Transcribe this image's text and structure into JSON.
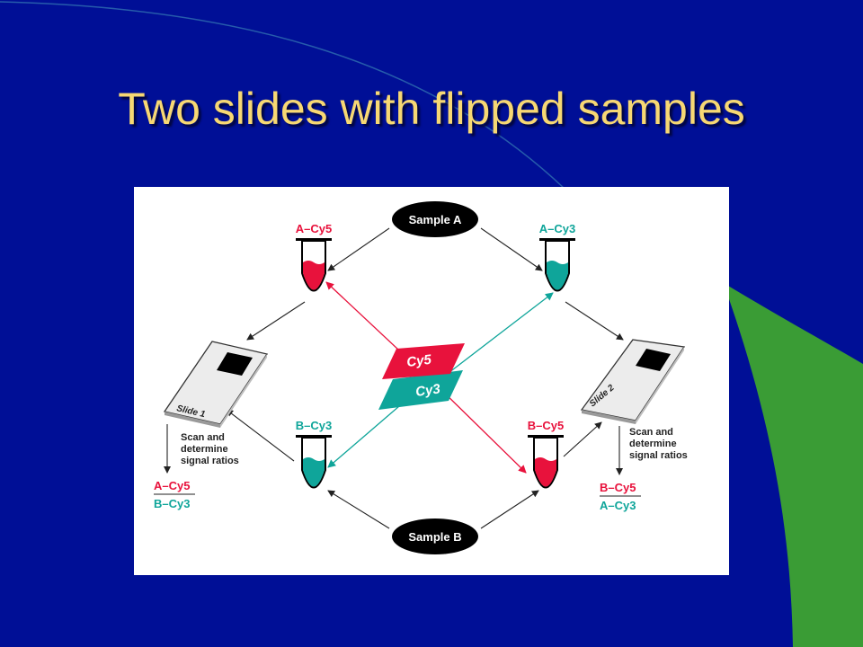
{
  "slide": {
    "title": "Two slides with flipped samples",
    "colors": {
      "background": "#000f96",
      "title": "#f7d873",
      "accent_green": "#3a9c35",
      "cy5_red": "#e8123c",
      "cy3_teal": "#0fa59a"
    }
  },
  "diagram": {
    "sample_a": "Sample A",
    "sample_b": "Sample B",
    "tube_a_cy5": "A–Cy5",
    "tube_a_cy3": "A–Cy3",
    "tube_b_cy3": "B–Cy3",
    "tube_b_cy5": "B–Cy5",
    "dye_cy5": "Cy5",
    "dye_cy3": "Cy3",
    "slide1": "Slide 1",
    "slide2": "Slide 2",
    "scan_text": [
      "Scan and",
      "determine",
      "signal ratios"
    ],
    "ratio1_num": "A–Cy5",
    "ratio1_den": "B–Cy3",
    "ratio2_num": "B–Cy5",
    "ratio2_den": "A–Cy3"
  }
}
